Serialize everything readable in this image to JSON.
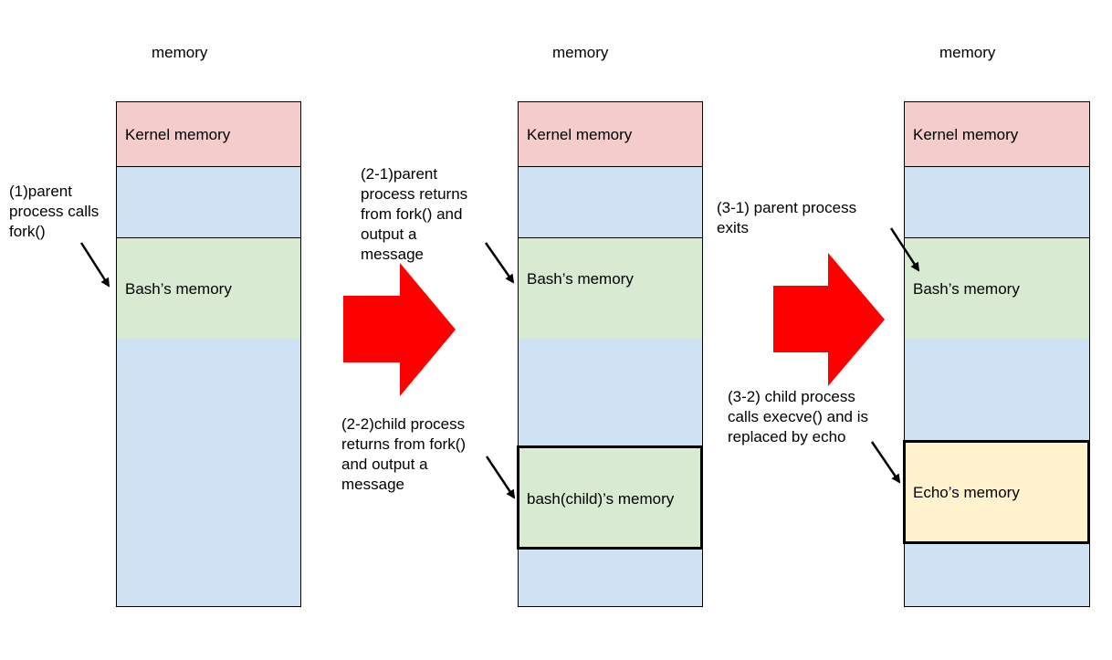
{
  "panels": [
    {
      "title": "memory",
      "kernel": "Kernel memory",
      "process": "Bash’s memory",
      "annotation": "(1)parent\nprocess calls\nfork()"
    },
    {
      "title": "memory",
      "kernel": "Kernel memory",
      "process": "Bash’s memory",
      "child": "bash(child)’s memory",
      "annotation_parent": "(2-1)parent\nprocess returns\nfrom fork() and\noutput a\nmessage",
      "annotation_child": "(2-2)child process\nreturns from fork()\nand output a\nmessage"
    },
    {
      "title": "memory",
      "kernel": "Kernel memory",
      "process": "Bash’s memory",
      "child": "Echo’s memory",
      "annotation_parent": "(3-1) parent process\nexits",
      "annotation_child": "(3-2) child process\ncalls execve() and is\nreplaced by echo"
    }
  ],
  "colors": {
    "kernel": "#f4cccc",
    "free": "#cfe2f3",
    "bash": "#d9ead3",
    "echo": "#fff2cc",
    "transition_arrow": "#ff0000"
  }
}
